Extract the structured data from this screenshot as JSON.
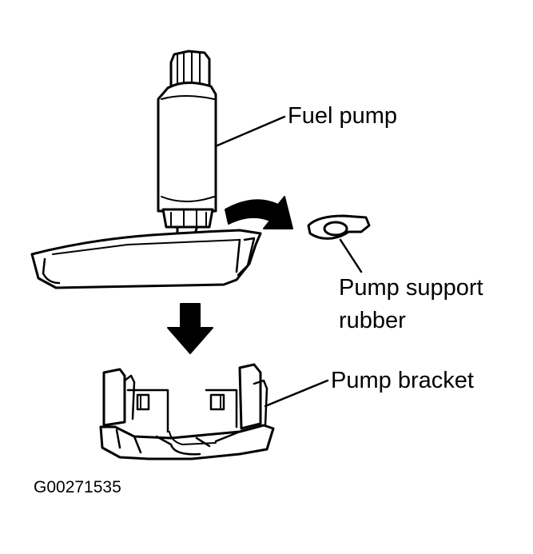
{
  "labels": {
    "fuel_pump": "Fuel pump",
    "pump_support_rubber_line1": "Pump support",
    "pump_support_rubber_line2": "rubber",
    "pump_bracket": "Pump bracket"
  },
  "figure_code": "G00271535",
  "colors": {
    "ink": "#000000",
    "paper": "#ffffff"
  }
}
